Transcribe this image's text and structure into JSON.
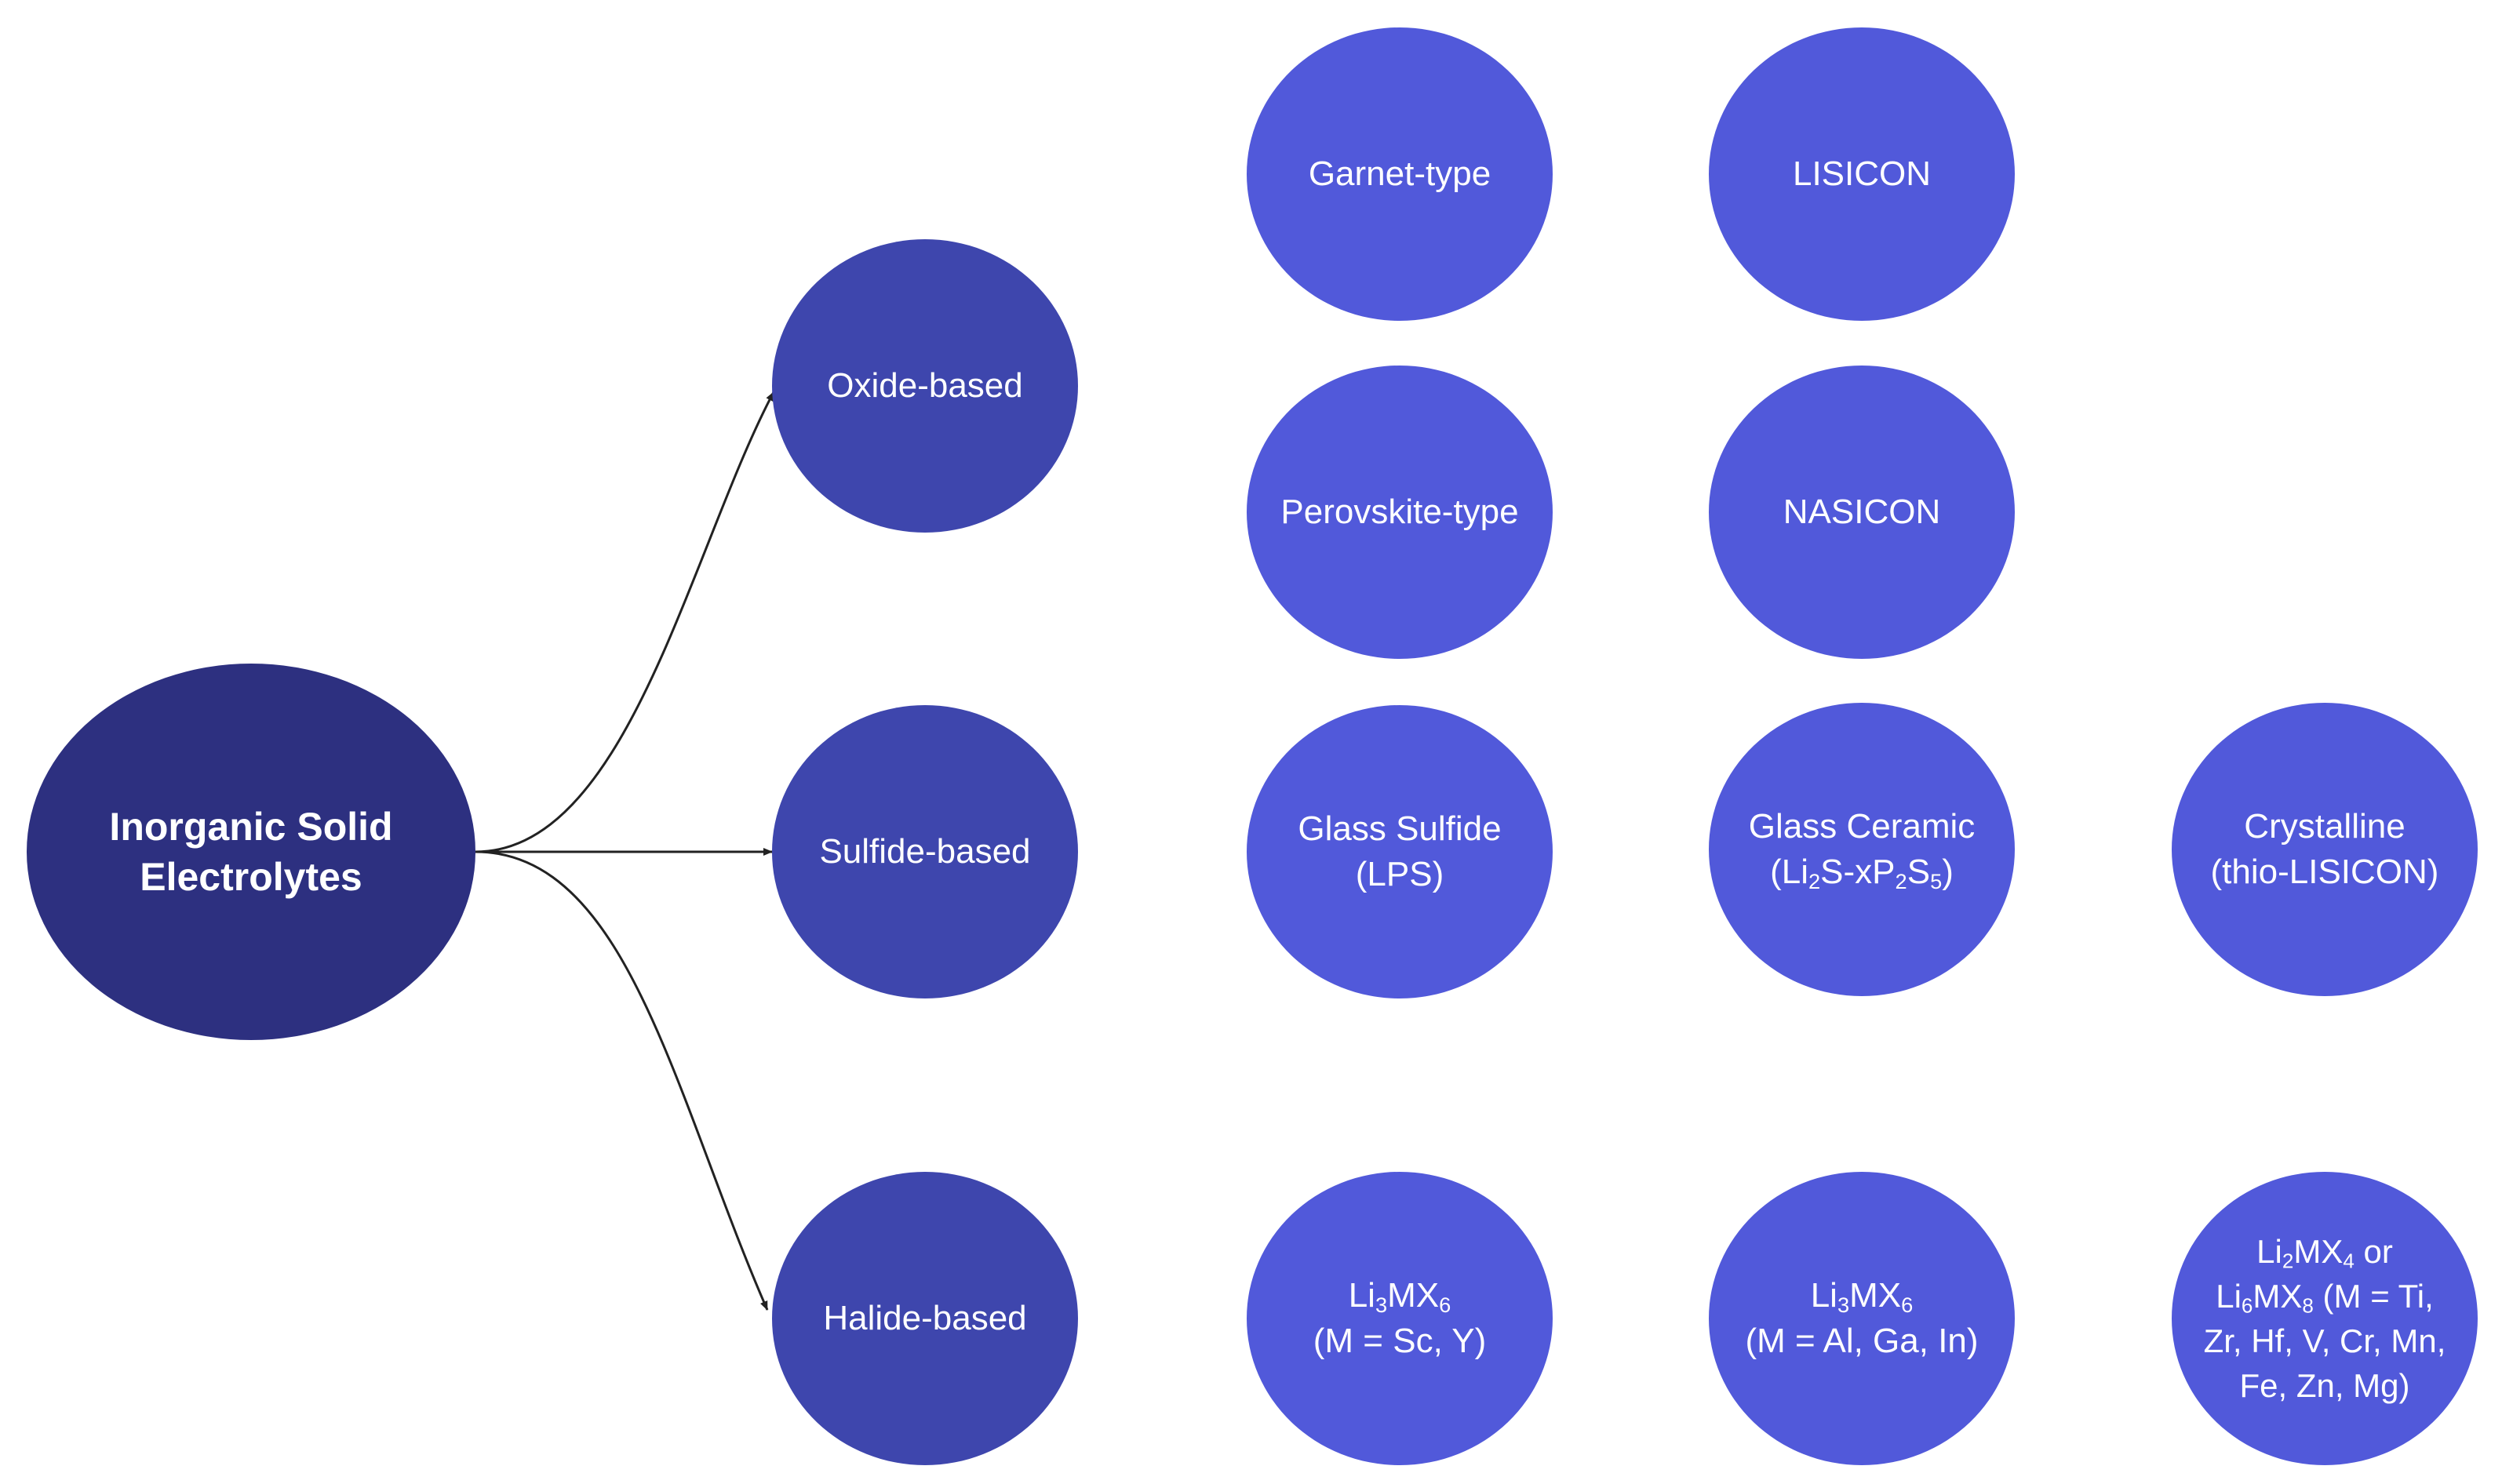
{
  "root": {
    "line1": "Inorganic Solid",
    "line2": "Electrolytes"
  },
  "categories": {
    "oxide": "Oxide-based",
    "sulfide": "Sulfide-based",
    "halide": "Halide-based"
  },
  "oxide_children": {
    "garnet": "Garnet-type",
    "lisicon": "LISICON",
    "perovskite": "Perovskite-type",
    "nasicon": "NASICON"
  },
  "sulfide_children": {
    "glass_sulfide": {
      "line1": "Glass Sulfide",
      "line2": "(LPS)"
    },
    "glass_ceramic": {
      "line1": "Glass Ceramic",
      "line2_a": "(Li",
      "sub1": "2",
      "line2_b": "S-xP",
      "sub2": "2",
      "line2_c": "S",
      "sub3": "5",
      "line2_d": ")"
    },
    "crystalline": {
      "line1": "Crystalline",
      "line2": "(thio-LISICON)"
    }
  },
  "halide_children": {
    "li3mx6_sc": {
      "a": "Li",
      "s1": "3",
      "b": "MX",
      "s2": "6",
      "line2": "(M = Sc, Y)"
    },
    "li3mx6_al": {
      "a": "Li",
      "s1": "3",
      "b": "MX",
      "s2": "6",
      "line2": "(M = Al, Ga, In)"
    },
    "li2mx4": {
      "a": "Li",
      "s1": "2",
      "b": "MX",
      "s2": "4",
      "c": " or",
      "d": "Li",
      "s3": "6",
      "e": "MX",
      "s4": "8",
      "f": " (M = Ti,",
      "line3": "Zr, Hf, V, Cr, Mn,",
      "line4": "Fe, Zn, Mg)"
    }
  },
  "colors": {
    "root": "#2d3080",
    "category": "#3e46ad",
    "leaf": "#5159da",
    "connector": "#222222"
  }
}
